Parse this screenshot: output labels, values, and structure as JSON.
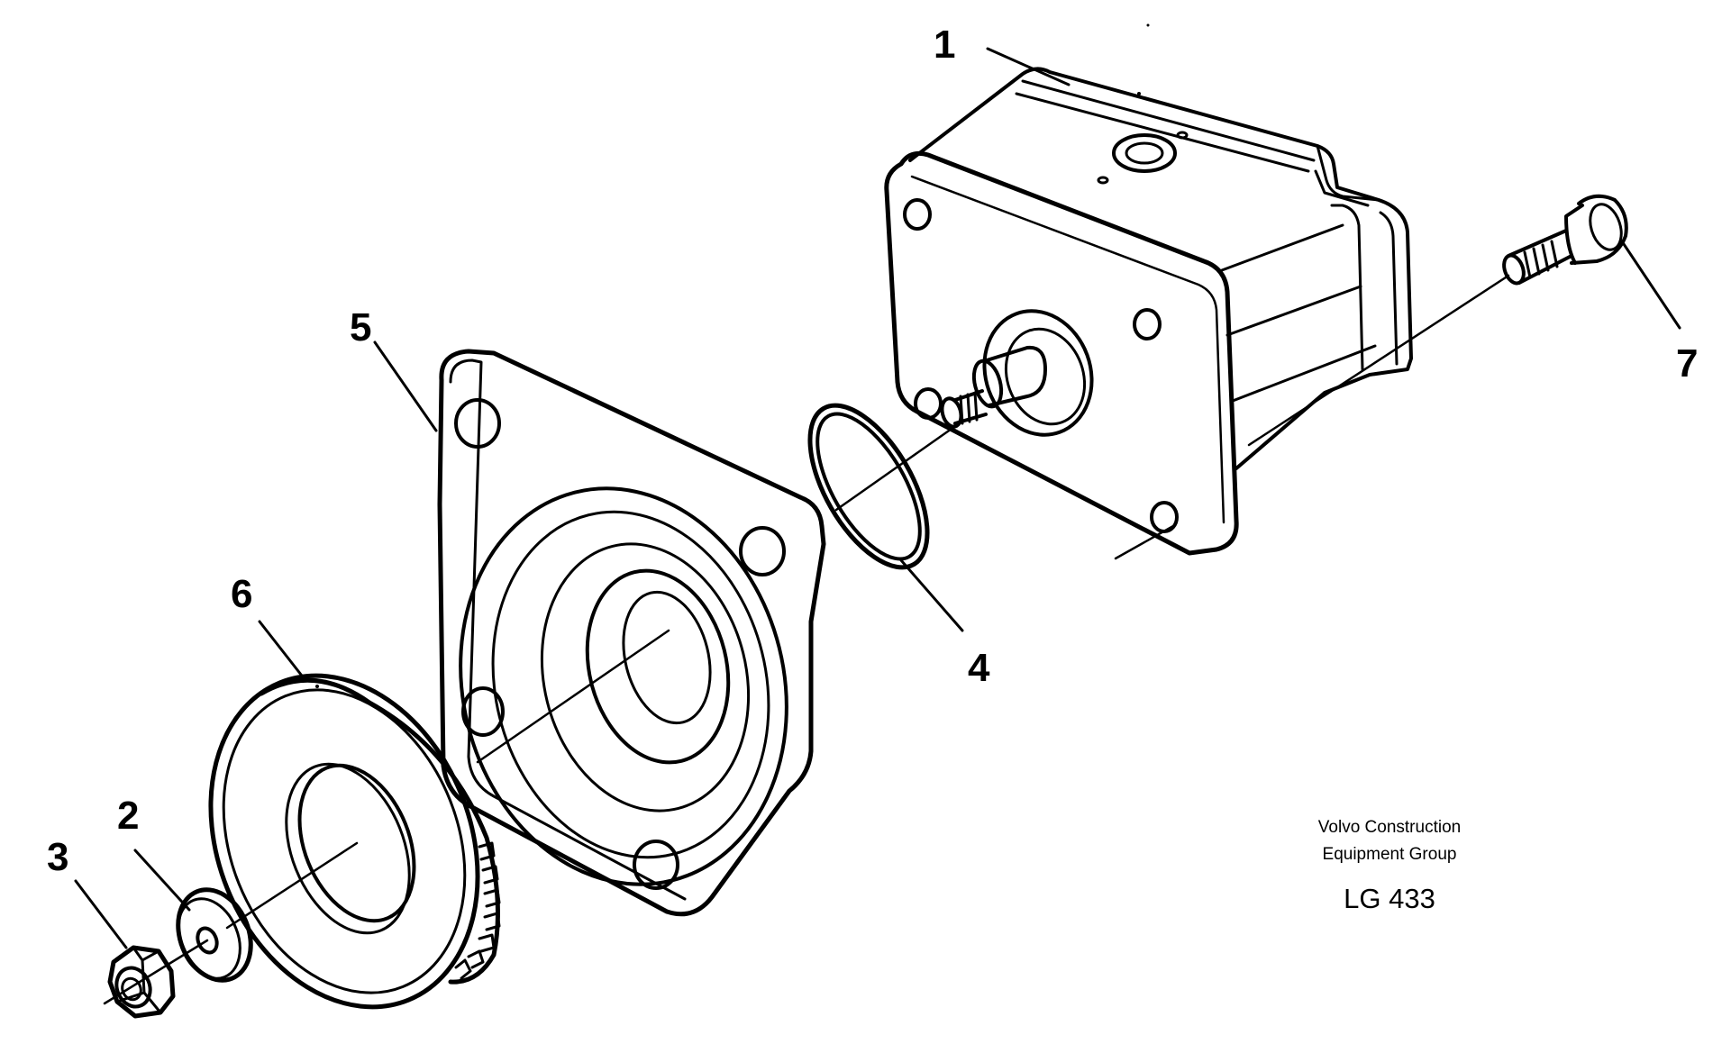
{
  "callouts": {
    "c1": "1",
    "c2": "2",
    "c3": "3",
    "c4": "4",
    "c5": "5",
    "c6": "6",
    "c7": "7"
  },
  "footer": {
    "company_line1": "Volvo Construction",
    "company_line2": "Equipment Group",
    "drawing_code": "LG 433"
  }
}
